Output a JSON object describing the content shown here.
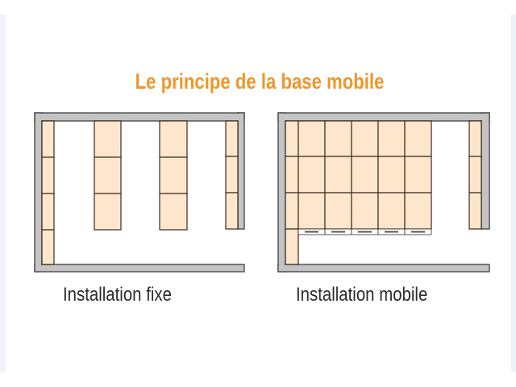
{
  "title": "Le principe de la base mobile",
  "diagrams": [
    {
      "caption": "Installation fixe"
    },
    {
      "caption": "Installation mobile"
    }
  ],
  "colors": {
    "title": "#f0962a",
    "shelf": "#fde6cc",
    "wall": "#c4c4c4",
    "line": "#3a2a20",
    "side_strip": "#eef2f9"
  }
}
